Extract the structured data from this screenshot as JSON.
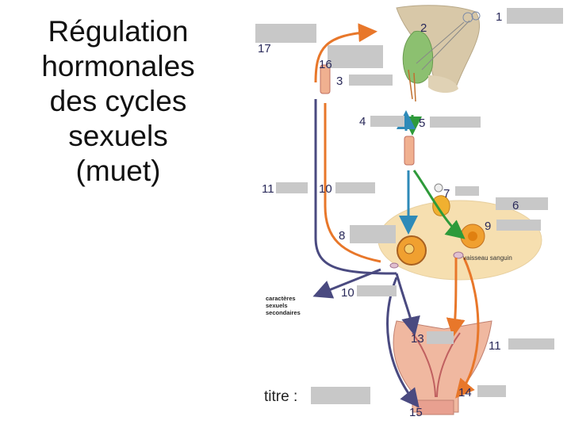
{
  "title_lines": [
    "Régulation",
    "hormonales",
    "des cycles",
    "sexuels",
    "(muet)"
  ],
  "labels": {
    "n1": "1",
    "n2": "2",
    "n3": "3",
    "n4": "4",
    "n5": "5",
    "n6": "6",
    "n7": "7",
    "n8": "8",
    "n9": "9",
    "n10a": "10",
    "n10b": "10",
    "n11a": "11",
    "n11b": "11",
    "n13": "13",
    "n14": "14",
    "n15": "15",
    "n16": "16",
    "n17": "17"
  },
  "caracteres": [
    "caractères",
    "sexuels",
    "secondaires"
  ],
  "vaisseau": "vaisseau sanguin",
  "titre": "titre :",
  "colors": {
    "orange": "#e8772a",
    "purple": "#4a4a80",
    "green": "#2e9a3a",
    "blue": "#2e8ab8",
    "box": "#c8c8c8",
    "ovary": "#f6dfb0"
  }
}
